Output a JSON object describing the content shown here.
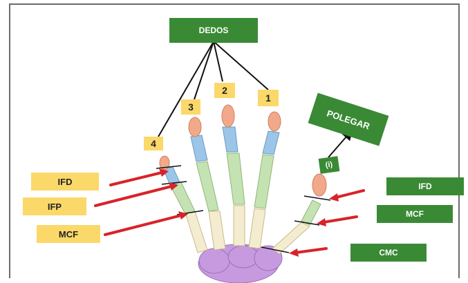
{
  "title_box": "DEDOS",
  "thumb_box": "POLEGAR",
  "thumb_number": "(i)",
  "finger_numbers": [
    "4",
    "3",
    "2",
    "1"
  ],
  "left_labels": [
    "IFD",
    "IFP",
    "MCF"
  ],
  "right_labels": [
    "IFD",
    "MCF",
    "CMC"
  ],
  "colors": {
    "distal_phalanx": "#f2a98a",
    "middle_phalanx": "#9cc6e8",
    "proximal_phalanx": "#c5e3b2",
    "metacarpal": "#f3ecd0",
    "carpal": "#c79ae0",
    "label_green": "#3a8a35",
    "label_yellow": "#fbd86a",
    "arrow_red": "#d8232a"
  }
}
